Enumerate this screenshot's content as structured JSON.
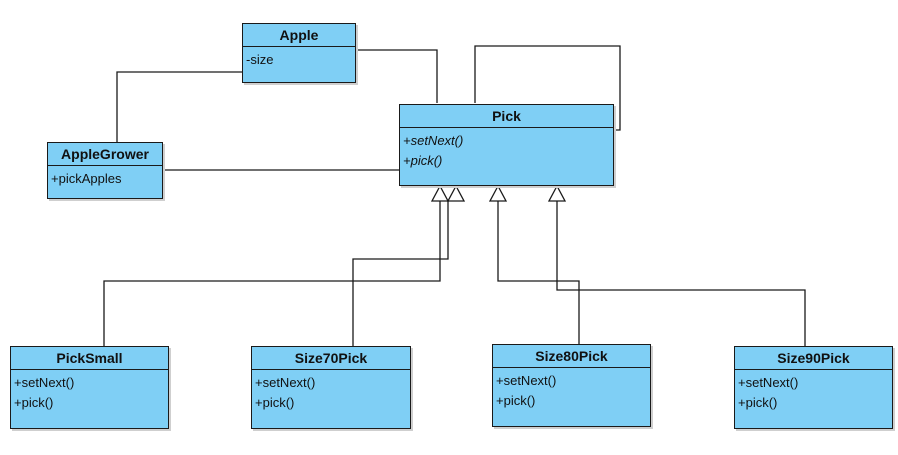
{
  "classes": {
    "apple": {
      "name": "Apple",
      "members": [
        {
          "text": "-size"
        }
      ]
    },
    "pick": {
      "name": "Pick",
      "members": [
        {
          "text": "+setNext()",
          "abstract": true
        },
        {
          "text": "+pick()",
          "abstract": true
        }
      ]
    },
    "apple_grower": {
      "name": "AppleGrower",
      "members": [
        {
          "text": "+pickApples"
        }
      ]
    },
    "pick_small": {
      "name": "PickSmall",
      "members": [
        {
          "text": "+setNext()"
        },
        {
          "text": "+pick()"
        }
      ]
    },
    "size70_pick": {
      "name": "Size70Pick",
      "members": [
        {
          "text": "+setNext()"
        },
        {
          "text": "+pick()"
        }
      ]
    },
    "size80_pick": {
      "name": "Size80Pick",
      "members": [
        {
          "text": "+setNext()"
        },
        {
          "text": "+pick()"
        }
      ]
    },
    "size90_pick": {
      "name": "Size90Pick",
      "members": [
        {
          "text": "+setNext()"
        },
        {
          "text": "+pick()"
        }
      ]
    }
  },
  "relations": [
    {
      "from": "apple_grower",
      "to": "apple",
      "type": "association"
    },
    {
      "from": "apple_grower",
      "to": "pick",
      "type": "association"
    },
    {
      "from": "apple",
      "to": "pick",
      "type": "association"
    },
    {
      "from": "pick",
      "to": "pick",
      "type": "association"
    },
    {
      "from": "pick_small",
      "to": "pick",
      "type": "generalization"
    },
    {
      "from": "size70_pick",
      "to": "pick",
      "type": "generalization"
    },
    {
      "from": "size80_pick",
      "to": "pick",
      "type": "generalization"
    },
    {
      "from": "size90_pick",
      "to": "pick",
      "type": "generalization"
    }
  ],
  "colors": {
    "class_fill": "#7fcff5",
    "border": "#1a1a1a",
    "edge": "#1a1a1a"
  }
}
